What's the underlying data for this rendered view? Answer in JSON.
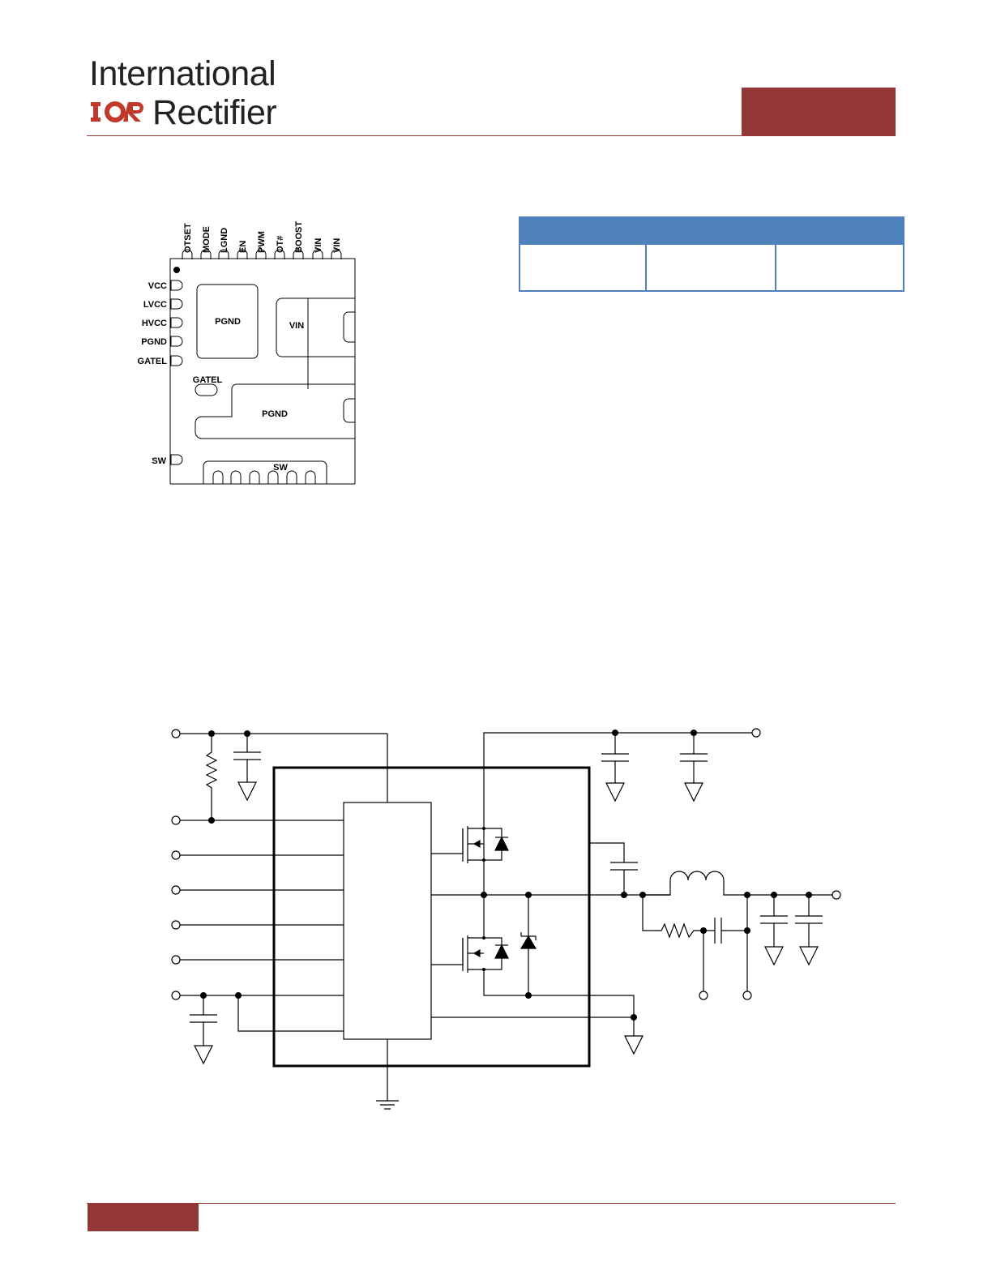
{
  "logo": {
    "line1": "International",
    "brand": "IOR",
    "line2": "Rectifier",
    "accent_color": "#933636"
  },
  "pinout": {
    "top_pins": [
      "OTSET",
      "MODE",
      "LGND",
      "EN",
      "PWM",
      "OT#",
      "BOOST",
      "VIN",
      "VIN"
    ],
    "left_pins": [
      "VCC",
      "LVCC",
      "HVCC",
      "PGND",
      "GATEL"
    ],
    "left_pin_sw": "SW",
    "pads": {
      "pgnd_top": "PGND",
      "vin": "VIN",
      "gatel": "GATEL",
      "pgnd_bottom": "PGND",
      "sw": "SW"
    }
  },
  "table": {
    "header_color": "#4f81bd",
    "cells": [
      "",
      "",
      ""
    ]
  }
}
